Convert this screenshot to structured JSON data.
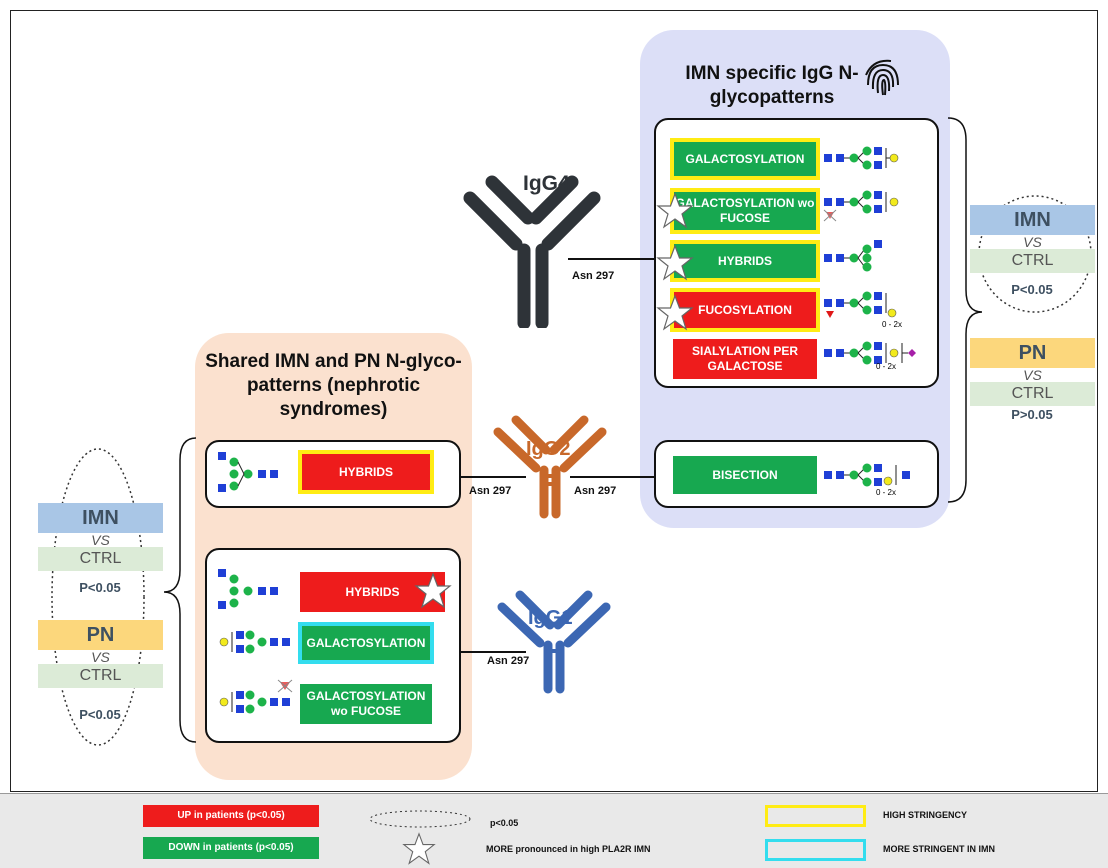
{
  "panels": {
    "imn_specific_title": "IMN specific IgG N-glycopatterns",
    "shared_title": "Shared IMN and PN N-glyco-patterns (nephrotic syndromes)"
  },
  "antibodies": {
    "igg4": "IgG4",
    "igg2": "IgG2",
    "igg1": "IgG1",
    "asn": "Asn 297"
  },
  "imn_box_items": [
    {
      "label": "GALACTOSYLATION",
      "color": "green",
      "border": "yellow",
      "star": false
    },
    {
      "label": "GALACTOSYLATION wo FUCOSE",
      "color": "green",
      "border": "yellow",
      "star": true
    },
    {
      "label": "HYBRIDS",
      "color": "green",
      "border": "yellow",
      "star": true
    },
    {
      "label": "FUCOSYLATION",
      "color": "red",
      "border": "yellow",
      "star": true
    },
    {
      "label": "SIALYLATION PER GALACTOSE",
      "color": "red",
      "border": "none",
      "star": false
    }
  ],
  "glycan_labels": {
    "range": "0 - 2x"
  },
  "bisection": {
    "label": "BISECTION",
    "color": "green"
  },
  "shared_igg2": {
    "label": "HYBRIDS",
    "color": "red",
    "border": "yellow"
  },
  "shared_igg1_items": [
    {
      "label": "HYBRIDS",
      "color": "red",
      "border": "none",
      "star": true
    },
    {
      "label": "GALACTOSYLATION",
      "color": "green",
      "border": "cyan",
      "star": false
    },
    {
      "label": "GALACTOSYLATION wo FUCOSE",
      "color": "green",
      "border": "none",
      "star": false
    }
  ],
  "comparisons": {
    "right": [
      {
        "group": "IMN",
        "vs": "VS",
        "ctrl": "CTRL",
        "p": "P<0.05",
        "color": "#a9c6e6"
      },
      {
        "group": "PN",
        "vs": "VS",
        "ctrl": "CTRL",
        "p": "P>0.05",
        "color": "#fcd77c"
      }
    ],
    "left": [
      {
        "group": "IMN",
        "vs": "VS",
        "ctrl": "CTRL",
        "p": "P<0.05",
        "color": "#a9c6e6"
      },
      {
        "group": "PN",
        "vs": "VS",
        "ctrl": "CTRL",
        "p": "P<0.05",
        "color": "#fcd77c"
      }
    ]
  },
  "legend": {
    "up": "UP in patients (p<0.05)",
    "down": "DOWN in patients (p<0.05)",
    "pval": "p<0.05",
    "star": "MORE pronounced in high PLA2R IMN",
    "high": "HIGH STRINGENCY",
    "more": "MORE STRINGENT IN IMN"
  },
  "colors": {
    "red": "#ee1c1c",
    "green": "#17a850",
    "yellow_border": "#ffec14",
    "cyan_border": "#33ddee",
    "igg4": "#2e3338",
    "igg2": "#c8682a",
    "igg1": "#3c67b3",
    "glcnac": "#1f3fd6",
    "mannose": "#1db34a",
    "galactose": "#f2ea1c",
    "fucose": "#e01818",
    "sialic": "#a61fa8"
  }
}
